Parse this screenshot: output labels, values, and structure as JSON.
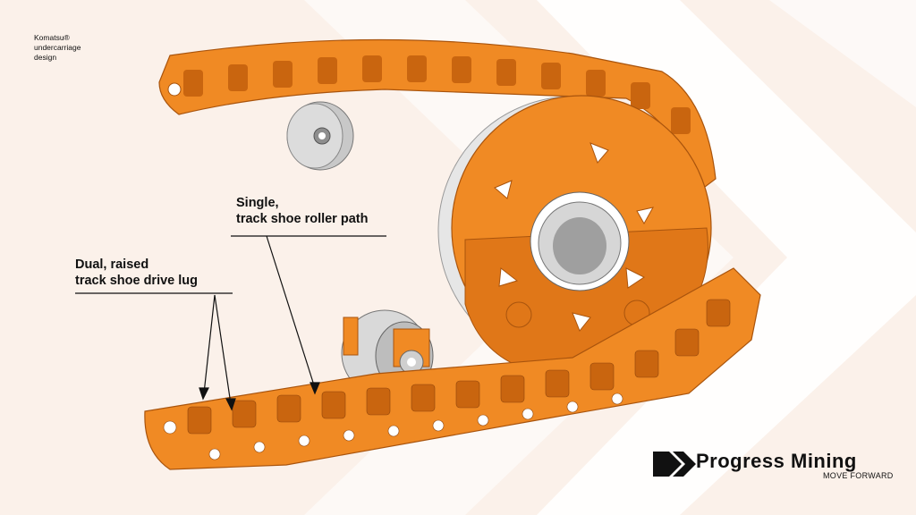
{
  "corner_note": [
    "Komatsu®",
    "undercarriage",
    "design"
  ],
  "callouts": {
    "roller_path": [
      "Single,",
      "track shoe roller path"
    ],
    "drive_lug": [
      "Dual, raised",
      "track shoe drive lug"
    ]
  },
  "brand": {
    "name": "Progress Mining",
    "tagline": "MOVE FORWARD"
  },
  "colors": {
    "track_orange": "#f08a24",
    "track_dark": "#c9650f",
    "steel_gray": "#b9b9b9",
    "background": "#fbf1ea",
    "chevron": "#ffffff"
  },
  "icons": [
    "progress-mining-logo-icon"
  ]
}
